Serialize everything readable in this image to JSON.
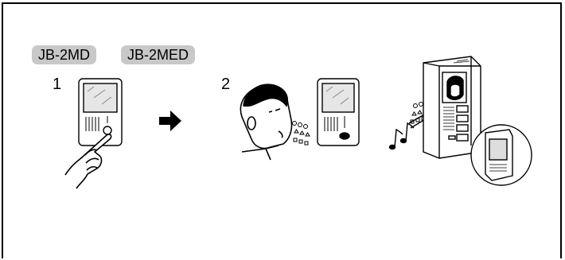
{
  "models": [
    "JB-2MD",
    "JB-2MED"
  ],
  "steps": [
    "1",
    "2"
  ],
  "illustrations": {
    "step1": [
      "door-station",
      "finger-pressing-call-button"
    ],
    "step2": [
      "person-speaking",
      "door-station",
      "sound-waves",
      "music-notes",
      "master-monitor-station",
      "handset-inset"
    ]
  }
}
